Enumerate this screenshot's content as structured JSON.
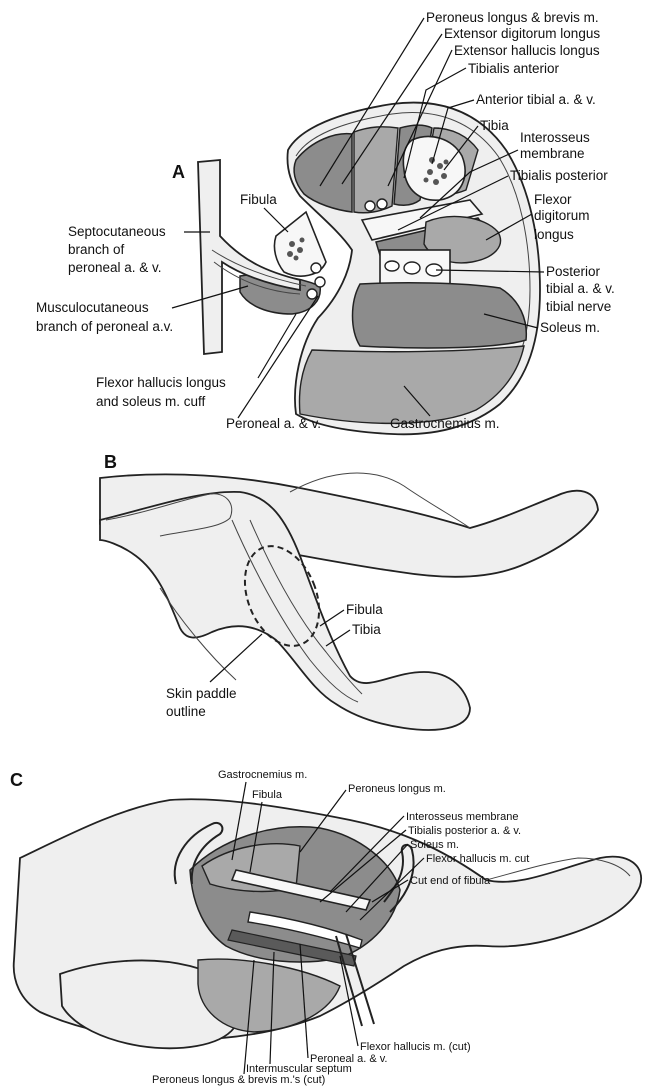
{
  "panels": {
    "a": {
      "letter": "A",
      "labels": {
        "peroneus_longus_brevis": "Peroneus longus & brevis m.",
        "extensor_digitorum": "Extensor digitorum longus",
        "extensor_hallucis": "Extensor hallucis longus",
        "tibialis_anterior": "Tibialis anterior",
        "anterior_tibial": "Anterior tibial a. & v.",
        "tibia": "Tibia",
        "interosseus_1": "Interosseus",
        "interosseus_2": "membrane",
        "tibialis_posterior": "Tibialis posterior",
        "flexor_dig_1": "Flexor",
        "flexor_dig_2": "digitorum",
        "flexor_dig_3": "longus",
        "fibula": "Fibula",
        "septo_1": "Septocutaneous",
        "septo_2": "branch of",
        "septo_3": "peroneal a. & v.",
        "musculo_1": "Musculocutaneous",
        "musculo_2": "branch of peroneal a.v.",
        "posterior_tibial_1": "Posterior",
        "posterior_tibial_2": "tibial a. & v.",
        "posterior_tibial_3": "tibial nerve",
        "soleus": "Soleus m.",
        "fhl_cuff_1": "Flexor hallucis longus",
        "fhl_cuff_2": "and soleus m. cuff",
        "peroneal_av": "Peroneal a. & v.",
        "gastrocnemius": "Gastrocnemius m."
      }
    },
    "b": {
      "letter": "B",
      "labels": {
        "fibula": "Fibula",
        "tibia": "Tibia",
        "skin_paddle_1": "Skin paddle",
        "skin_paddle_2": "outline"
      }
    },
    "c": {
      "letter": "C",
      "labels": {
        "gastrocnemius": "Gastrocnemius m.",
        "fibula": "Fibula",
        "peroneus_longus": "Peroneus longus m.",
        "interosseus": "Interosseus membrane",
        "tibialis_posterior_av": "Tibialis posterior a. & v.",
        "soleus": "Soleus m.",
        "flexor_hallucis_cut": "Flexor hallucis m. cut",
        "cut_end_fibula": "Cut end of fibula",
        "flexor_hallucis_cut2": "Flexor hallucis m. (cut)",
        "peroneal_av": "Peroneal a. & v.",
        "intermuscular_septum": "Intermuscular septum",
        "peroneus_lb_cut": "Peroneus longus & brevis m.'s (cut)"
      }
    }
  }
}
